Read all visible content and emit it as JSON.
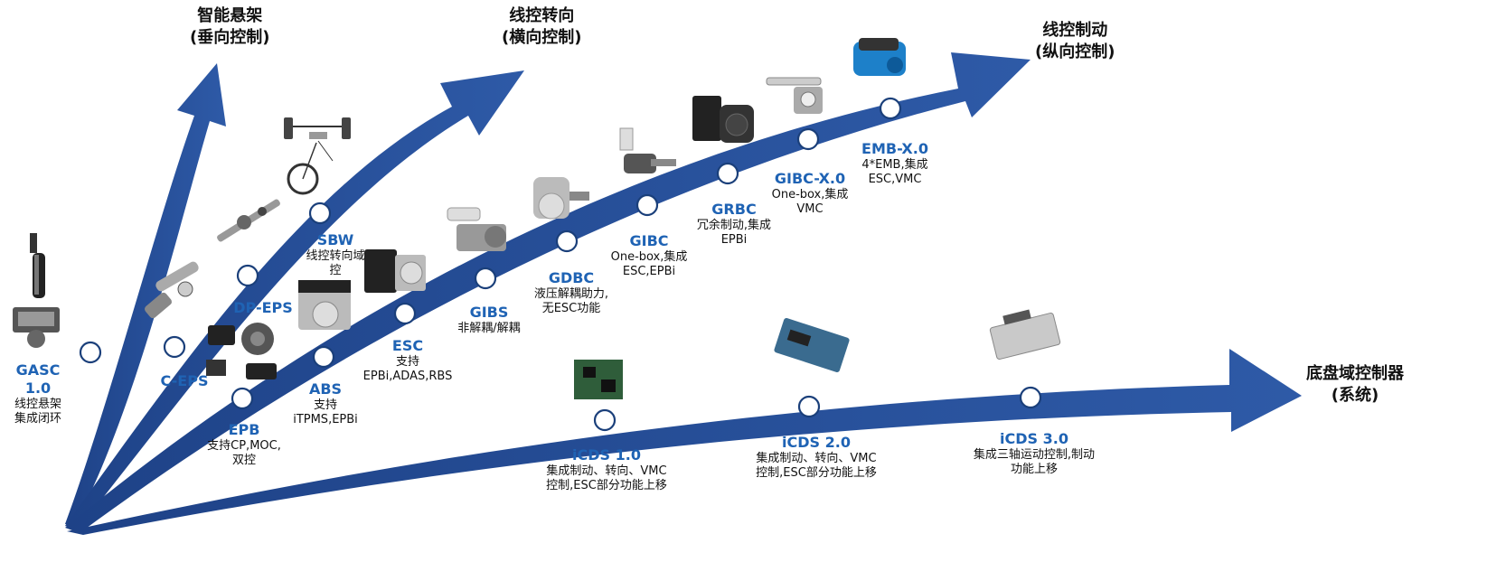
{
  "colors": {
    "arrow": "#2e5aa7",
    "arrow_dark": "#1e4287",
    "label": "#1f63b4"
  },
  "axes": [
    {
      "id": "suspension",
      "title": "智能悬架",
      "subtitle": "(垂向控制)"
    },
    {
      "id": "steering",
      "title": "线控转向",
      "subtitle": "(横向控制)"
    },
    {
      "id": "braking",
      "title": "线控制动",
      "subtitle": "(纵向控制)"
    },
    {
      "id": "domain",
      "title": "底盘域控制器",
      "subtitle": "(系统)"
    }
  ],
  "milestones": {
    "gasc": {
      "name": "GASC 1.0",
      "desc": "线控悬架\n集成闭环"
    },
    "ceps": {
      "name": "C-EPS",
      "desc": ""
    },
    "dpeps": {
      "name": "DP-EPS",
      "desc": ""
    },
    "sbw": {
      "name": "SBW",
      "desc": "线控转向域\n控"
    },
    "epb": {
      "name": "EPB",
      "desc": "支持CP,MOC,\n双控"
    },
    "abs": {
      "name": "ABS",
      "desc": "支持\niTPMS,EPBi"
    },
    "esc": {
      "name": "ESC",
      "desc": "支持\nEPBi,ADAS,RBS"
    },
    "gibs": {
      "name": "GIBS",
      "desc": "非解耦/解耦"
    },
    "gdbc": {
      "name": "GDBC",
      "desc": "液压解耦助力,\n无ESC功能"
    },
    "gibc": {
      "name": "GIBC",
      "desc": "One-box,集成\nESC,EPBi"
    },
    "grbc": {
      "name": "GRBC",
      "desc": "冗余制动,集成\nEPBi"
    },
    "gibcx": {
      "name": "GIBC-X.0",
      "desc": "One-box,集成\nVMC"
    },
    "embx": {
      "name": "EMB-X.0",
      "desc": "4*EMB,集成\nESC,VMC"
    },
    "icds1": {
      "name": "iCDS 1.0",
      "desc": "集成制动、转向、VMC\n控制,ESC部分功能上移"
    },
    "icds2": {
      "name": "iCDS 2.0",
      "desc": "集成制动、转向、VMC\n控制,ESC部分功能上移"
    },
    "icds3": {
      "name": "iCDS 3.0",
      "desc": "集成三轴运动控制,制动\n功能上移"
    }
  }
}
